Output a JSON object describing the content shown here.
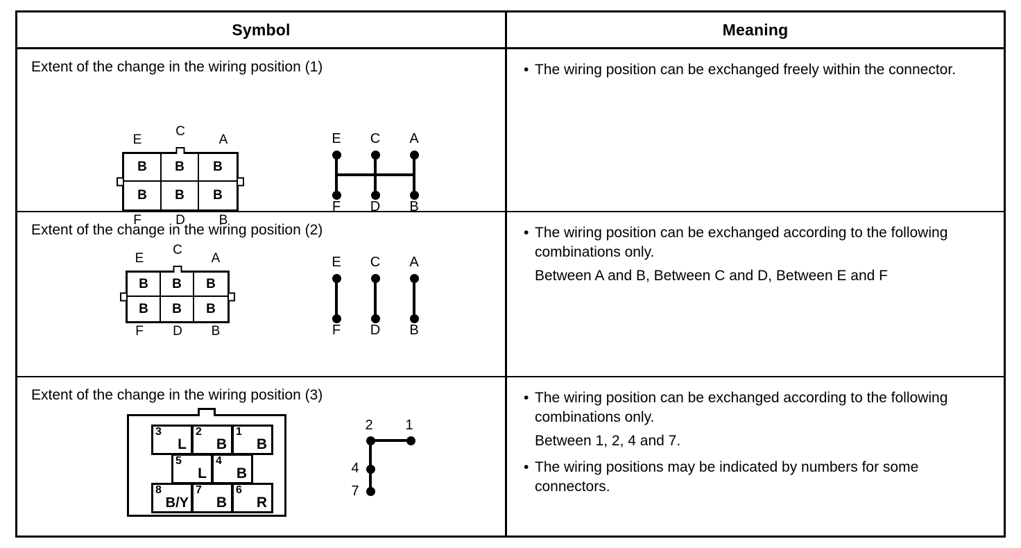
{
  "table": {
    "headers": {
      "symbol": "Symbol",
      "meaning": "Meaning"
    },
    "rows": [
      {
        "id": "row-1",
        "title": "Extent of the change in the wiring position (1)",
        "connector": {
          "type": "lettered-grid",
          "top_labels": [
            "E",
            "C",
            "A"
          ],
          "bottom_labels": [
            "F",
            "D",
            "B"
          ],
          "cells": [
            [
              "B",
              "B",
              "B"
            ],
            [
              "B",
              "B",
              "B"
            ]
          ],
          "has_top_tab": true,
          "has_side_tabs": true
        },
        "schematic": {
          "type": "node-graph",
          "top_labels": [
            "E",
            "C",
            "A"
          ],
          "bottom_labels": [
            "F",
            "D",
            "B"
          ],
          "pairs": [
            [
              "E",
              "F"
            ],
            [
              "C",
              "D"
            ],
            [
              "A",
              "B"
            ]
          ],
          "has_cross_bar": true
        },
        "meaning": {
          "bullets": [
            {
              "text": "The wiring position can be exchanged freely within the connector."
            }
          ],
          "notes": []
        }
      },
      {
        "id": "row-2",
        "title": "Extent of the change in the wiring position (2)",
        "connector": {
          "type": "lettered-grid",
          "top_labels": [
            "E",
            "C",
            "A"
          ],
          "bottom_labels": [
            "F",
            "D",
            "B"
          ],
          "cells": [
            [
              "B",
              "B",
              "B"
            ],
            [
              "B",
              "B",
              "B"
            ]
          ],
          "has_top_tab": true,
          "has_side_tabs": true
        },
        "schematic": {
          "type": "node-graph",
          "top_labels": [
            "E",
            "C",
            "A"
          ],
          "bottom_labels": [
            "F",
            "D",
            "B"
          ],
          "pairs": [
            [
              "E",
              "F"
            ],
            [
              "C",
              "D"
            ],
            [
              "A",
              "B"
            ]
          ],
          "has_cross_bar": false
        },
        "meaning": {
          "bullets": [
            {
              "text": "The wiring position can be exchanged according to the following combinations only."
            }
          ],
          "notes": [
            "Between A and B, Between C and D, Between E and F"
          ]
        }
      },
      {
        "id": "row-3",
        "title": "Extent of the change in the wiring position (3)",
        "connector": {
          "type": "numbered-connector",
          "has_top_tab": true,
          "pin_rows": [
            [
              {
                "number": "3",
                "code": "L"
              },
              {
                "number": "2",
                "code": "B"
              },
              {
                "number": "1",
                "code": "B"
              }
            ],
            [
              {
                "number": "5",
                "code": "L"
              },
              {
                "number": "4",
                "code": "B"
              }
            ],
            [
              {
                "number": "8",
                "code": "B/Y"
              },
              {
                "number": "7",
                "code": "B"
              },
              {
                "number": "6",
                "code": "R"
              }
            ]
          ]
        },
        "schematic": {
          "type": "node-graph-L",
          "nodes": [
            "2",
            "1",
            "4",
            "7"
          ],
          "connections": [
            "2-1",
            "2-4",
            "4-7"
          ]
        },
        "meaning": {
          "bullets": [
            {
              "text": "The wiring position can be exchanged according to the following combinations only."
            },
            {
              "text": "The wiring positions may be indicated by numbers for some connectors."
            }
          ],
          "notes": [
            "Between 1, 2, 4 and 7."
          ]
        }
      }
    ]
  },
  "colors": {
    "ink": "#000000",
    "paper": "#ffffff"
  },
  "bullet_glyph": "•"
}
